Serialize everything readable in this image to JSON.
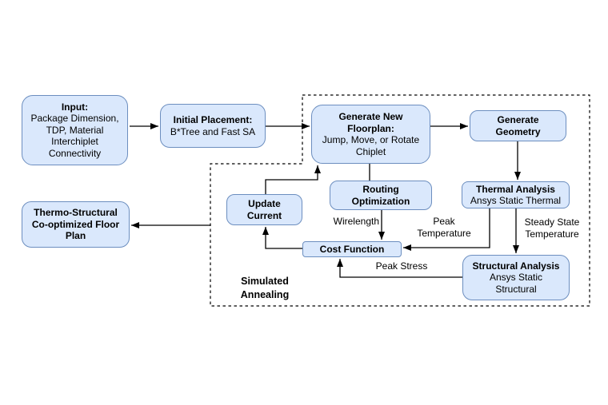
{
  "colors": {
    "node_fill": "#dae8fc",
    "node_border": "#6c8ebf",
    "connector": "#000000",
    "background": "#ffffff"
  },
  "nodes": {
    "input": {
      "bold": [
        "Input:"
      ],
      "plain": [
        "Package Dimension,",
        "TDP, Material",
        "Interchiplet",
        "Connectivity"
      ]
    },
    "initial_placement": {
      "bold": [
        "Initial Placement:"
      ],
      "plain": [
        "B*Tree and Fast SA"
      ]
    },
    "generate_floorplan": {
      "bold": [
        "Generate New",
        "Floorplan:"
      ],
      "plain": [
        "Jump, Move, or Rotate",
        "Chiplet"
      ]
    },
    "generate_geometry": {
      "bold": [
        "Generate",
        "Geometry"
      ]
    },
    "thermal_analysis": {
      "bold": [
        "Thermal Analysis"
      ],
      "plain": [
        "Ansys Static Thermal"
      ]
    },
    "routing_optimization": {
      "bold": [
        "Routing",
        "Optimization"
      ]
    },
    "update_current": {
      "bold": [
        "Update",
        "Current"
      ]
    },
    "cost_function": {
      "bold": [
        "Cost Function"
      ]
    },
    "structural_analysis": {
      "bold": [
        "Structural Analysis"
      ],
      "plain": [
        "Ansys Static",
        "Structural"
      ]
    },
    "thermo_structural": {
      "bold": [
        "Thermo-Structural",
        "Co-optimized Floor",
        "Plan"
      ]
    }
  },
  "edge_labels": {
    "wirelength": "Wirelength",
    "peak_temperature": [
      "Peak",
      "Temperature"
    ],
    "steady_state_temperature": [
      "Steady State",
      "Temperature"
    ],
    "peak_stress": "Peak Stress"
  },
  "region_label": [
    "Simulated",
    "Annealing"
  ]
}
